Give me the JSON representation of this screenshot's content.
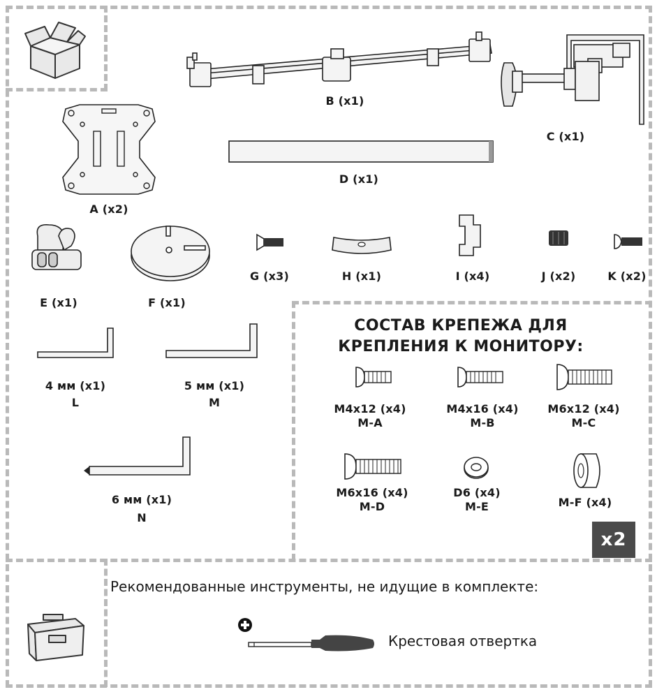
{
  "parts": {
    "B": "B (x1)",
    "C": "C (x1)",
    "A": "A (x2)",
    "D": "D (x1)",
    "E": "E (x1)",
    "F": "F (x1)",
    "G": "G (x3)",
    "H": "H (x1)",
    "I": "I (x4)",
    "J": "J (x2)",
    "K": "K (x2)"
  },
  "wrenches": {
    "L_size": "4 мм (x1)",
    "L_code": "L",
    "M_size": "5 мм (x1)",
    "M_code": "M",
    "N_size": "6 мм (x1)",
    "N_code": "N"
  },
  "hardware": {
    "title_line1": "СОСТАВ КРЕПЕЖА ДЛЯ",
    "title_line2": "КРЕПЛЕНИЯ К МОНИТОРУ:",
    "items": [
      {
        "spec": "M4x12 (x4)",
        "code": "M-A"
      },
      {
        "spec": "M4x16 (x4)",
        "code": "M-B"
      },
      {
        "spec": "M6x12 (x4)",
        "code": "M-C"
      },
      {
        "spec": "M6x16 (x4)",
        "code": "M-D"
      },
      {
        "spec": "D6 (x4)",
        "code": "M-E"
      },
      {
        "spec": "M-F (x4)",
        "code": ""
      }
    ],
    "multiplier": "x2"
  },
  "tools": {
    "heading": "Рекомендованные инструменты, не идущие в комплекте:",
    "screwdriver": "Крестовая отвертка"
  },
  "icons": [
    "box-icon",
    "toolbox-icon",
    "plus-icon",
    "screwdriver-icon"
  ]
}
